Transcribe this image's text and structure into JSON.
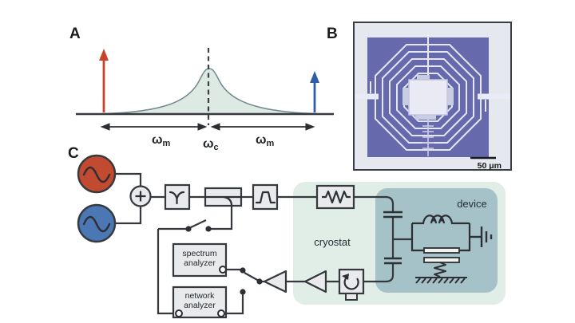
{
  "figure": {
    "panels": {
      "a": {
        "label": "A",
        "sideband_left": {
          "symbol": "ω",
          "sub": "m"
        },
        "carrier": {
          "symbol": "ω",
          "sub": "c"
        },
        "sideband_right": {
          "symbol": "ω",
          "sub": "m"
        }
      },
      "b": {
        "label": "B",
        "scale_bar": "50 μm"
      },
      "c": {
        "label": "C",
        "cryostat_label": "cryostat",
        "device_label": "device",
        "spectrum_analyzer": {
          "line1": "spectrum",
          "line2": "analyzer"
        },
        "network_analyzer": {
          "line1": "network",
          "line2": "analyzer"
        }
      }
    },
    "colors": {
      "red_source": "#c14a30",
      "blue_source": "#4b77b5",
      "red_arrow": "#c8432c",
      "blue_arrow": "#305ea6",
      "peak_fill": "#dde9e3",
      "peak_stroke": "#75898f",
      "cryostat_bg": "#e1eee8",
      "device_bg": "#a5c2c8",
      "component_fill": "#e8eaec",
      "stroke": "#35393d",
      "micrograph_frame": "#e6e8f0",
      "micrograph_purple": "#666aad",
      "trace_white": "#e9ebf6"
    }
  }
}
